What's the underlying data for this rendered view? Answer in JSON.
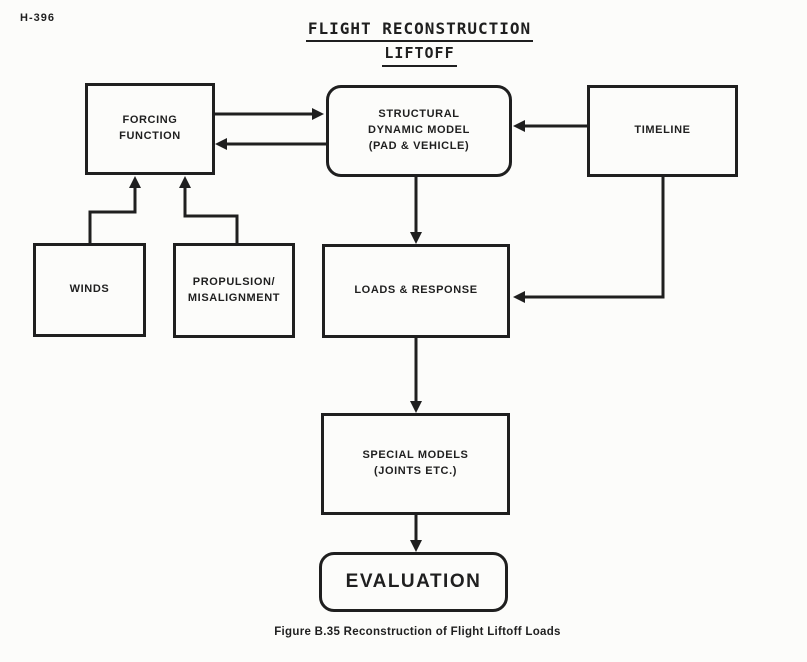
{
  "page": {
    "doc_id": "H-396",
    "title_line1": "FLIGHT RECONSTRUCTION",
    "title_line2": "LIFTOFF",
    "caption": "Figure B.35 Reconstruction of Flight Liftoff Loads"
  },
  "colors": {
    "ink": "#1f1f1f",
    "paper": "#fcfcfa"
  },
  "nodes": [
    {
      "id": "forcing-function",
      "label": "FORCING\nFUNCTION",
      "shape": "rect"
    },
    {
      "id": "structural-dynamic-model",
      "label": "STRUCTURAL\nDYNAMIC MODEL\n(PAD & VEHICLE)",
      "shape": "rounded"
    },
    {
      "id": "timeline",
      "label": "TIMELINE",
      "shape": "rect"
    },
    {
      "id": "winds",
      "label": "WINDS",
      "shape": "rect"
    },
    {
      "id": "propulsion-misalignment",
      "label": "PROPULSION/\nMISALIGNMENT",
      "shape": "rect"
    },
    {
      "id": "loads-response",
      "label": "LOADS & RESPONSE",
      "shape": "rect"
    },
    {
      "id": "special-models",
      "label": "SPECIAL MODELS\n(JOINTS ETC.)",
      "shape": "rect"
    },
    {
      "id": "evaluation",
      "label": "EVALUATION",
      "shape": "rounded"
    }
  ],
  "edges": [
    {
      "from": "forcing-function",
      "to": "structural-dynamic-model",
      "style": "arrow"
    },
    {
      "from": "structural-dynamic-model",
      "to": "forcing-function",
      "style": "arrow"
    },
    {
      "from": "timeline",
      "to": "structural-dynamic-model",
      "style": "arrow"
    },
    {
      "from": "structural-dynamic-model",
      "to": "loads-response",
      "style": "arrow"
    },
    {
      "from": "timeline",
      "to": "loads-response",
      "style": "elbow-arrow"
    },
    {
      "from": "winds",
      "to": "forcing-function",
      "style": "elbow-arrow"
    },
    {
      "from": "propulsion-misalignment",
      "to": "forcing-function",
      "style": "elbow-arrow"
    },
    {
      "from": "loads-response",
      "to": "special-models",
      "style": "arrow"
    },
    {
      "from": "special-models",
      "to": "evaluation",
      "style": "arrow"
    },
    {
      "from": "forcing-function",
      "to": "forcing-function-bottom",
      "style": "dash-dot-internal"
    }
  ]
}
